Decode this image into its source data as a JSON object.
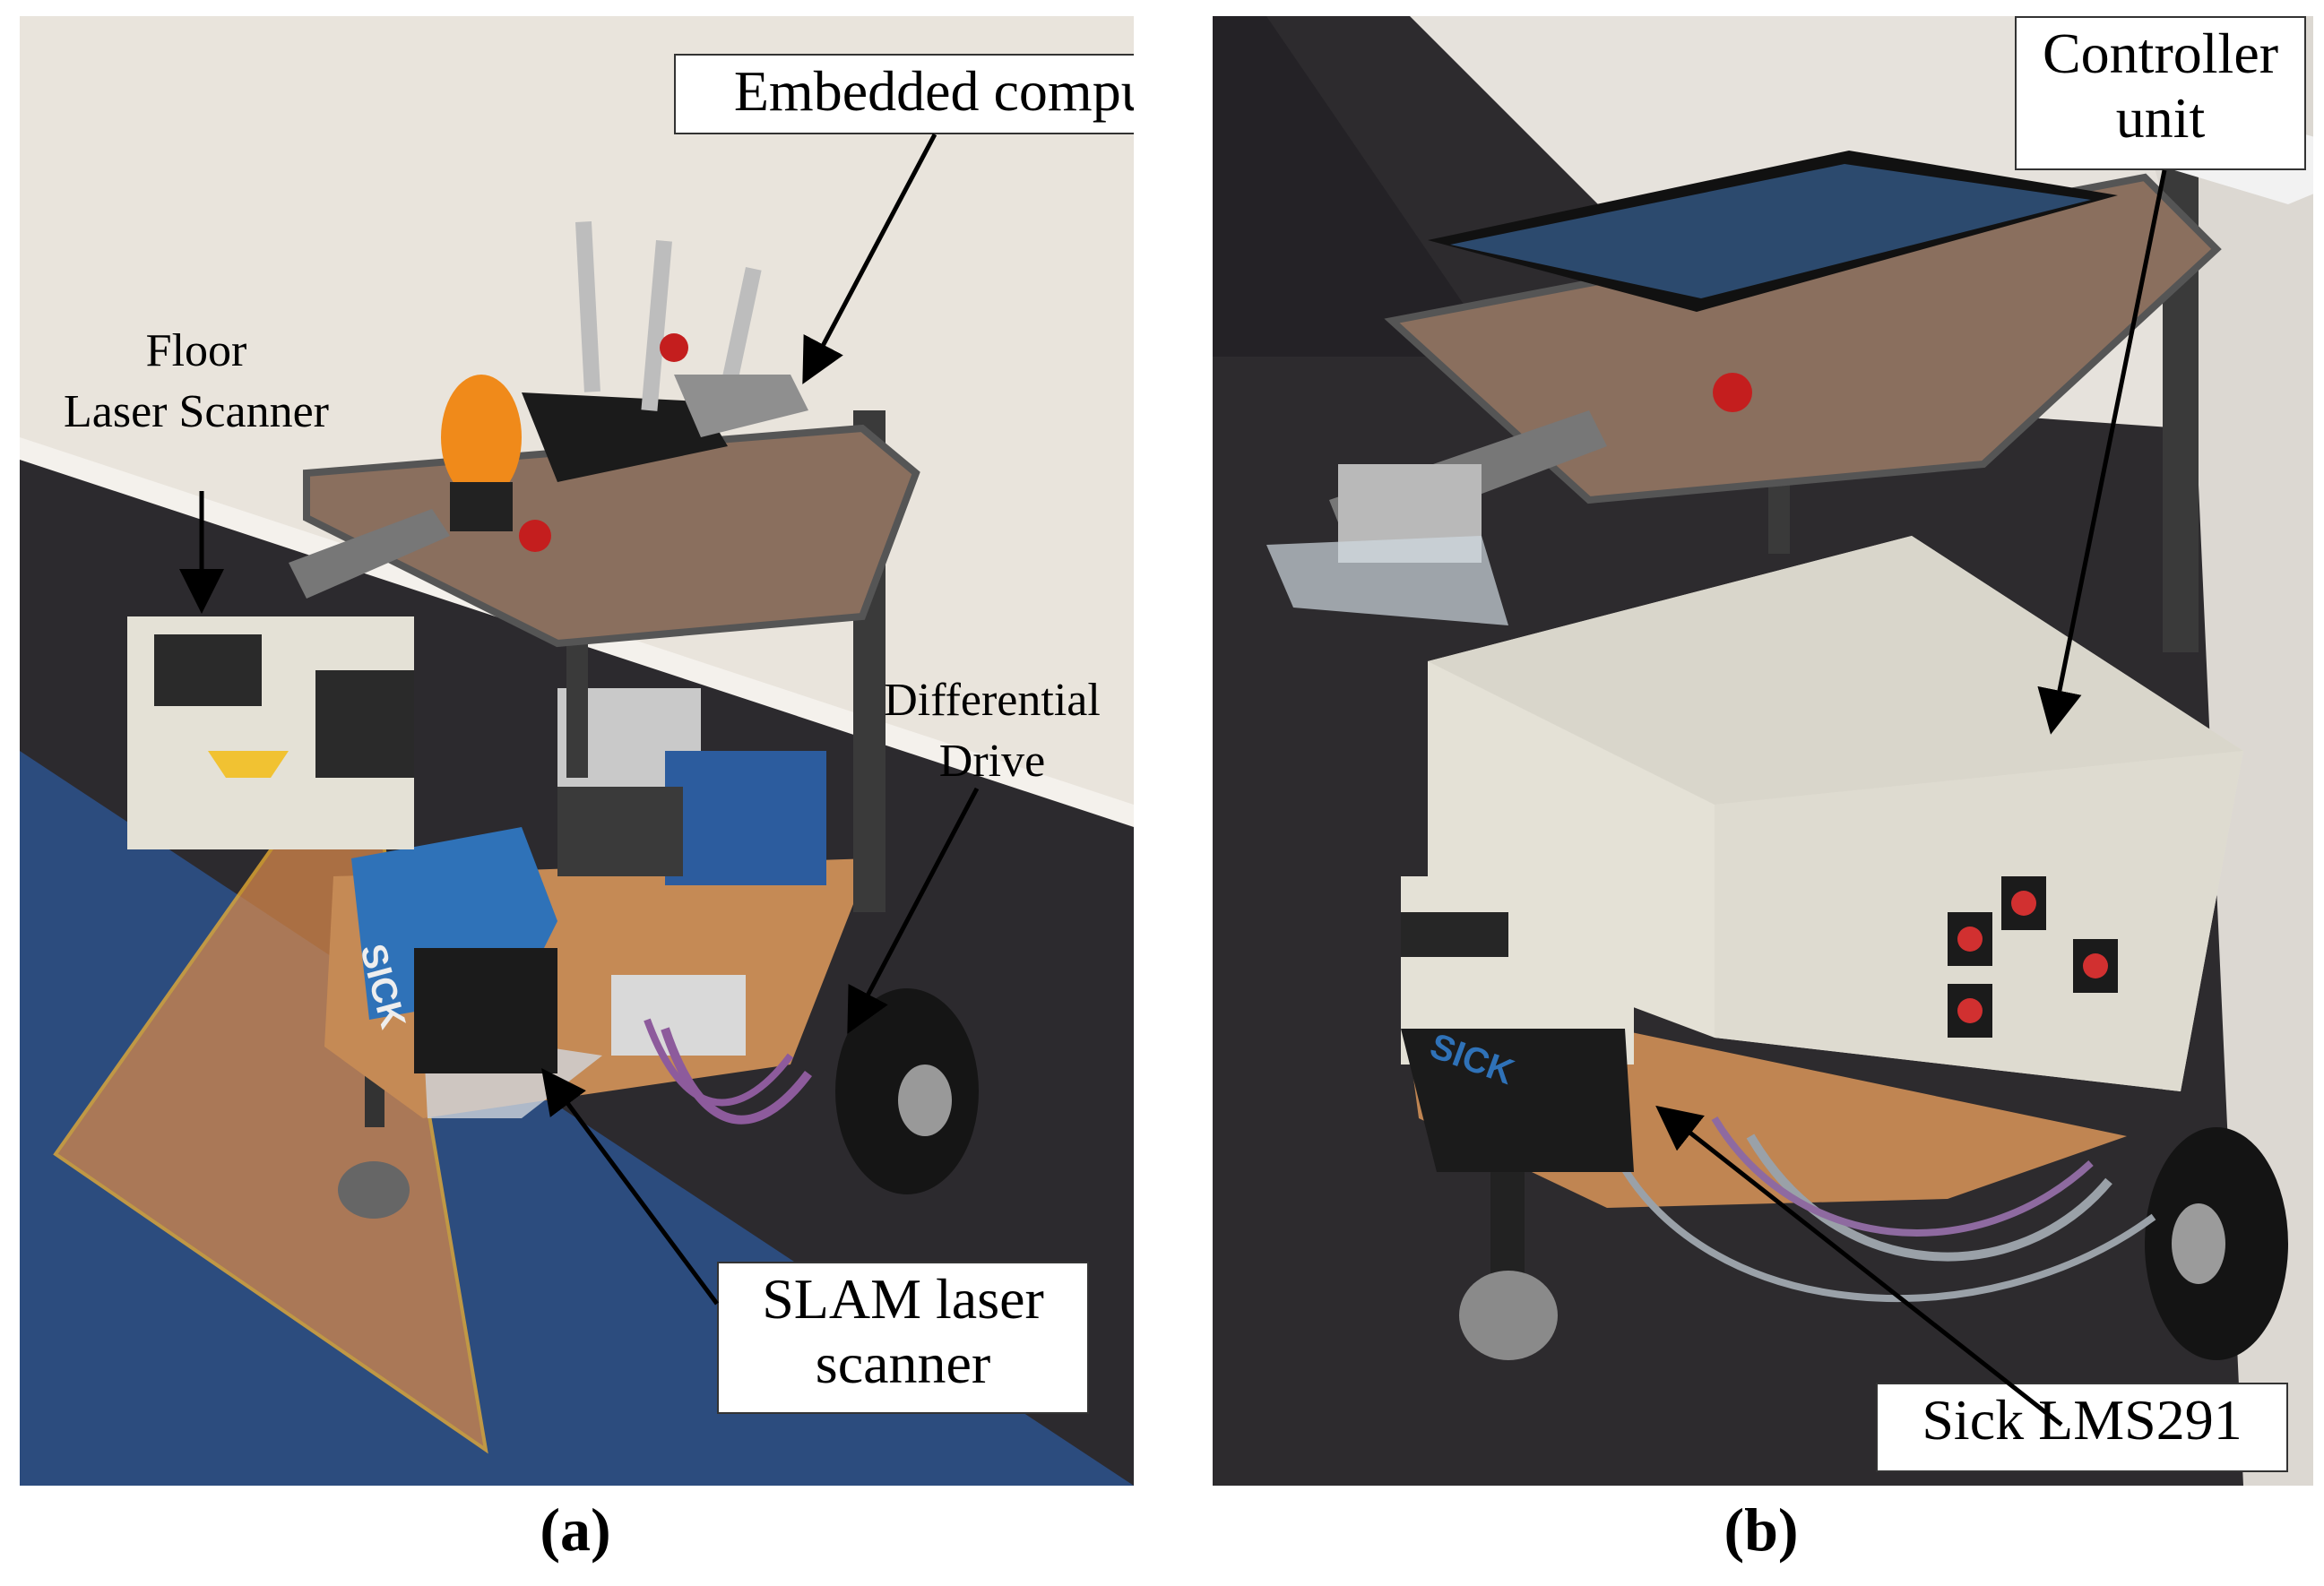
{
  "panel_a": {
    "labels": {
      "embedded_computer": "Embedded computer",
      "floor_laser_scanner": "Floor\nLaser Scanner",
      "differential_drive": "Differential\nDrive",
      "slam_laser_scanner": "SLAM laser\nscanner"
    },
    "caption": "(a)",
    "scanner_brand": "SICK"
  },
  "panel_b": {
    "labels": {
      "controller_unit": "Controller\nunit",
      "sick_lms291": "Sick LMS291"
    },
    "caption": "(b)",
    "scanner_brand": "SICK"
  },
  "colors": {
    "wall": "#e9e4dc",
    "carpet": "#2c2a2e",
    "floor_region": "#2c4f86",
    "scan_cone": "#d4874a",
    "scan_cone_edge": "#f2b233",
    "sick_blue": "#2f72b8",
    "controller_box": "#e4e1d6"
  }
}
